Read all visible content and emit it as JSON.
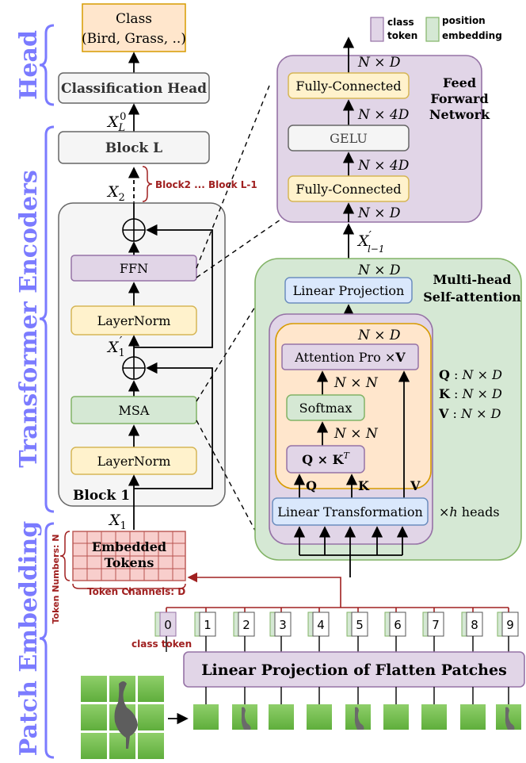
{
  "sections": {
    "head": "Head",
    "encoders": "Transformer Encoders",
    "embedding": "Patch Embedding"
  },
  "class_output": {
    "title": "Class",
    "examples": "(Bird, Grass, ..)"
  },
  "classification_head": "Classification Head",
  "block_l": "Block L",
  "block_range": "Block2 ... Block L-1",
  "block1": {
    "label": "Block 1",
    "ffn": "FFN",
    "layernorm_top": "LayerNorm",
    "msa": "MSA",
    "layernorm_bottom": "LayerNorm"
  },
  "vars": {
    "xl0": "X",
    "xl0_sub": "L",
    "xl0_sup": "0",
    "x2": "X",
    "x2_sub": "2",
    "x1p": "X",
    "x1p_sub": "1",
    "x1p_sup": "′",
    "x1": "X",
    "x1_sub": "1",
    "xl1": "X",
    "xl1_sup": "′",
    "xl1_sub": "l−1"
  },
  "legend": {
    "class_token": "class\ntoken",
    "position": "position\nembedding"
  },
  "ffn_detail": {
    "title": "Feed\nForward\nNetwork",
    "fc_top": "Fully-Connected",
    "gelu": "GELU",
    "fc_bottom": "Fully-Connected",
    "dim_out": "N × D",
    "dim_4d_top": "N × 4D",
    "dim_4d_bottom": "N × 4D",
    "dim_in": "N × D"
  },
  "msa_detail": {
    "title": "Multi-head\nSelf-attention",
    "linear_projection": "Linear Projection",
    "dim_proj": "N × D",
    "dim_attn": "N × D",
    "attention": "Attention Pro ×V",
    "dim_nn_top": "N × N",
    "softmax": "Softmax",
    "dim_nn_bottom": "N × N",
    "qk": "Q × K",
    "qk_sup": "T",
    "q": "Q",
    "k": "K",
    "v": "V",
    "linear_transformation": "Linear Transformation",
    "heads": "×h heads",
    "shapes": [
      "Q : N × D",
      "K : N × D",
      "V : N × D"
    ]
  },
  "tokens": {
    "embedded": "Embedded\nTokens",
    "numbers_label": "Token Numbers: N",
    "channels_label": "Token Channels: D",
    "class_token_label": "class token",
    "indices": [
      "0",
      "1",
      "2",
      "3",
      "4",
      "5",
      "6",
      "7",
      "8",
      "9"
    ]
  },
  "patch_projection": "Linear Projection of Flatten Patches",
  "colors": {
    "purple_fill": "#e1d5e7",
    "purple_stroke": "#9673a6",
    "green_fill": "#d5e8d4",
    "green_stroke": "#82b366",
    "yellow_fill": "#fff2cc",
    "yellow_stroke": "#d6b656",
    "orange_fill": "#ffe6cc",
    "orange_stroke": "#d79b00",
    "blue_fill": "#dae8fc",
    "blue_stroke": "#6c8ebf",
    "gray_fill": "#f5f5f5",
    "gray_stroke": "#666666",
    "red_fill": "#f8cecc",
    "red_stroke": "#b85450",
    "section_text": "#7b7bff",
    "dark_red": "#8b1a1a"
  }
}
